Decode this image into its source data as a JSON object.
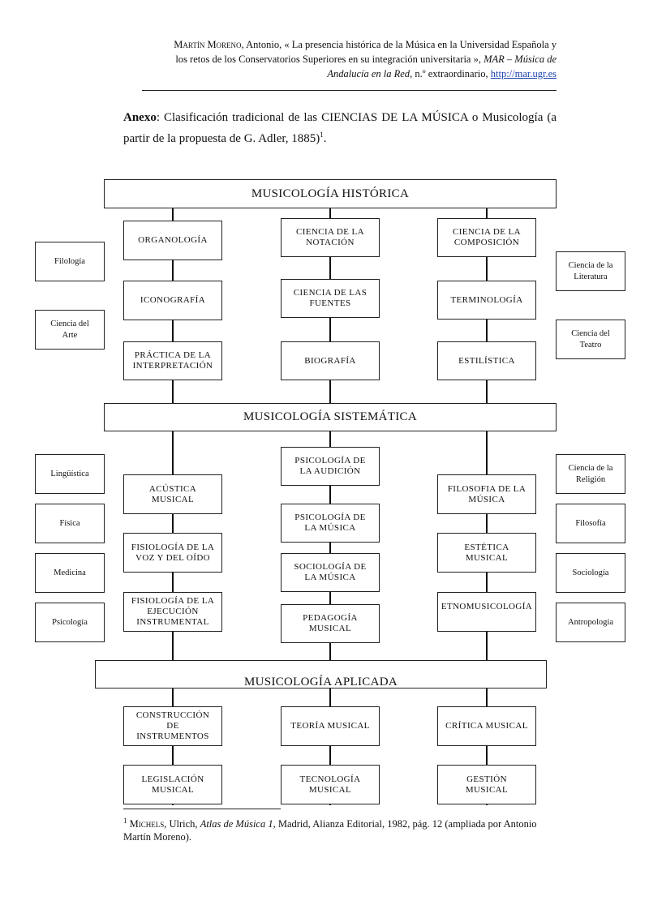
{
  "header": {
    "author_name": "Martín Moreno",
    "author_rest": ", Antonio, « La presencia histórica de la Música en la Universidad Española y",
    "line2": "los retos de los Conservatorios Superiores en su integración universitaria »,",
    "journal": "MAR – Música de",
    "line3_italic": "Andalucía en la Red",
    "line3_rest": ", n.º extraordinario,",
    "url": "http://mar.ugr.es"
  },
  "annex": {
    "label": "Anexo",
    "colon": ":",
    "text": " Clasificación tradicional de las CIENCIAS DE LA MÚSICA o Musicología (a partir de la propuesta de G. Adler, 1885)",
    "sup": "1",
    "end": "."
  },
  "diagram": {
    "historica": {
      "title": "MUSICOLOGÍA HISTÓRICA",
      "col1": [
        "ORGANOLOGÍA",
        "ICONOGRAFÍA",
        "PRÁCTICA DE LA\nINTERPRETACIÓN"
      ],
      "col2": [
        "CIENCIA DE LA\nNOTACIÓN",
        "CIENCIA DE LAS\nFUENTES",
        "BIOGRAFÍA"
      ],
      "col3": [
        "CIENCIA DE LA\nCOMPOSICIÓN",
        "TERMINOLOGÍA",
        "ESTILÍSTICA"
      ],
      "left": [
        "Filología",
        "Ciencia del\nArte"
      ],
      "right": [
        "Ciencia de la\nLiteratura",
        "Ciencia del\nTeatro"
      ]
    },
    "sistematica": {
      "title": "MUSICOLOGÍA SISTEMÁTICA",
      "col1": [
        "ACÚSTICA\nMUSICAL",
        "FISIOLOGÍA DE LA\nVOZ Y DEL OÍDO",
        "FISIOLOGÍA DE LA\nEJECUCIÓN\nINSTRUMENTAL"
      ],
      "col2": [
        "PSICOLOGÍA DE\nLA AUDICIÓN",
        "PSICOLOGÍA DE\nLA MÚSICA",
        "SOCIOLOGÍA DE\nLA MÚSICA",
        "PEDAGOGÍA\nMUSICAL"
      ],
      "col3": [
        "FILOSOFIA DE LA\nMÚSICA",
        "ESTÉTICA\nMUSICAL",
        "ETNOMUSICOLOGÍA"
      ],
      "left": [
        "Lingüística",
        "Física",
        "Medicina",
        "Psicología"
      ],
      "right": [
        "Ciencia de la\nReligión",
        "Filosofía",
        "Sociología",
        "Antropología"
      ]
    },
    "aplicada": {
      "title": "MUSICOLOGÍA APLICADA",
      "col1": [
        "CONSTRUCCIÓN\nDE\nINSTRUMENTOS",
        "LEGISLACIÓN\nMUSICAL"
      ],
      "col2": [
        "TEORÍA MUSICAL",
        "TECNOLOGÍA\nMUSICAL"
      ],
      "col3": [
        "CRÍTICA MUSICAL",
        "GESTIÓN\nMUSICAL"
      ]
    }
  },
  "footnote": {
    "num": "1",
    "author": "Michels",
    "text1": ", Ulrich, ",
    "title": "Atlas de Música 1,",
    "text2": " Madrid, Alianza Editorial, 1982, pág. 12 (ampliada por Antonio Martín Moreno)."
  }
}
